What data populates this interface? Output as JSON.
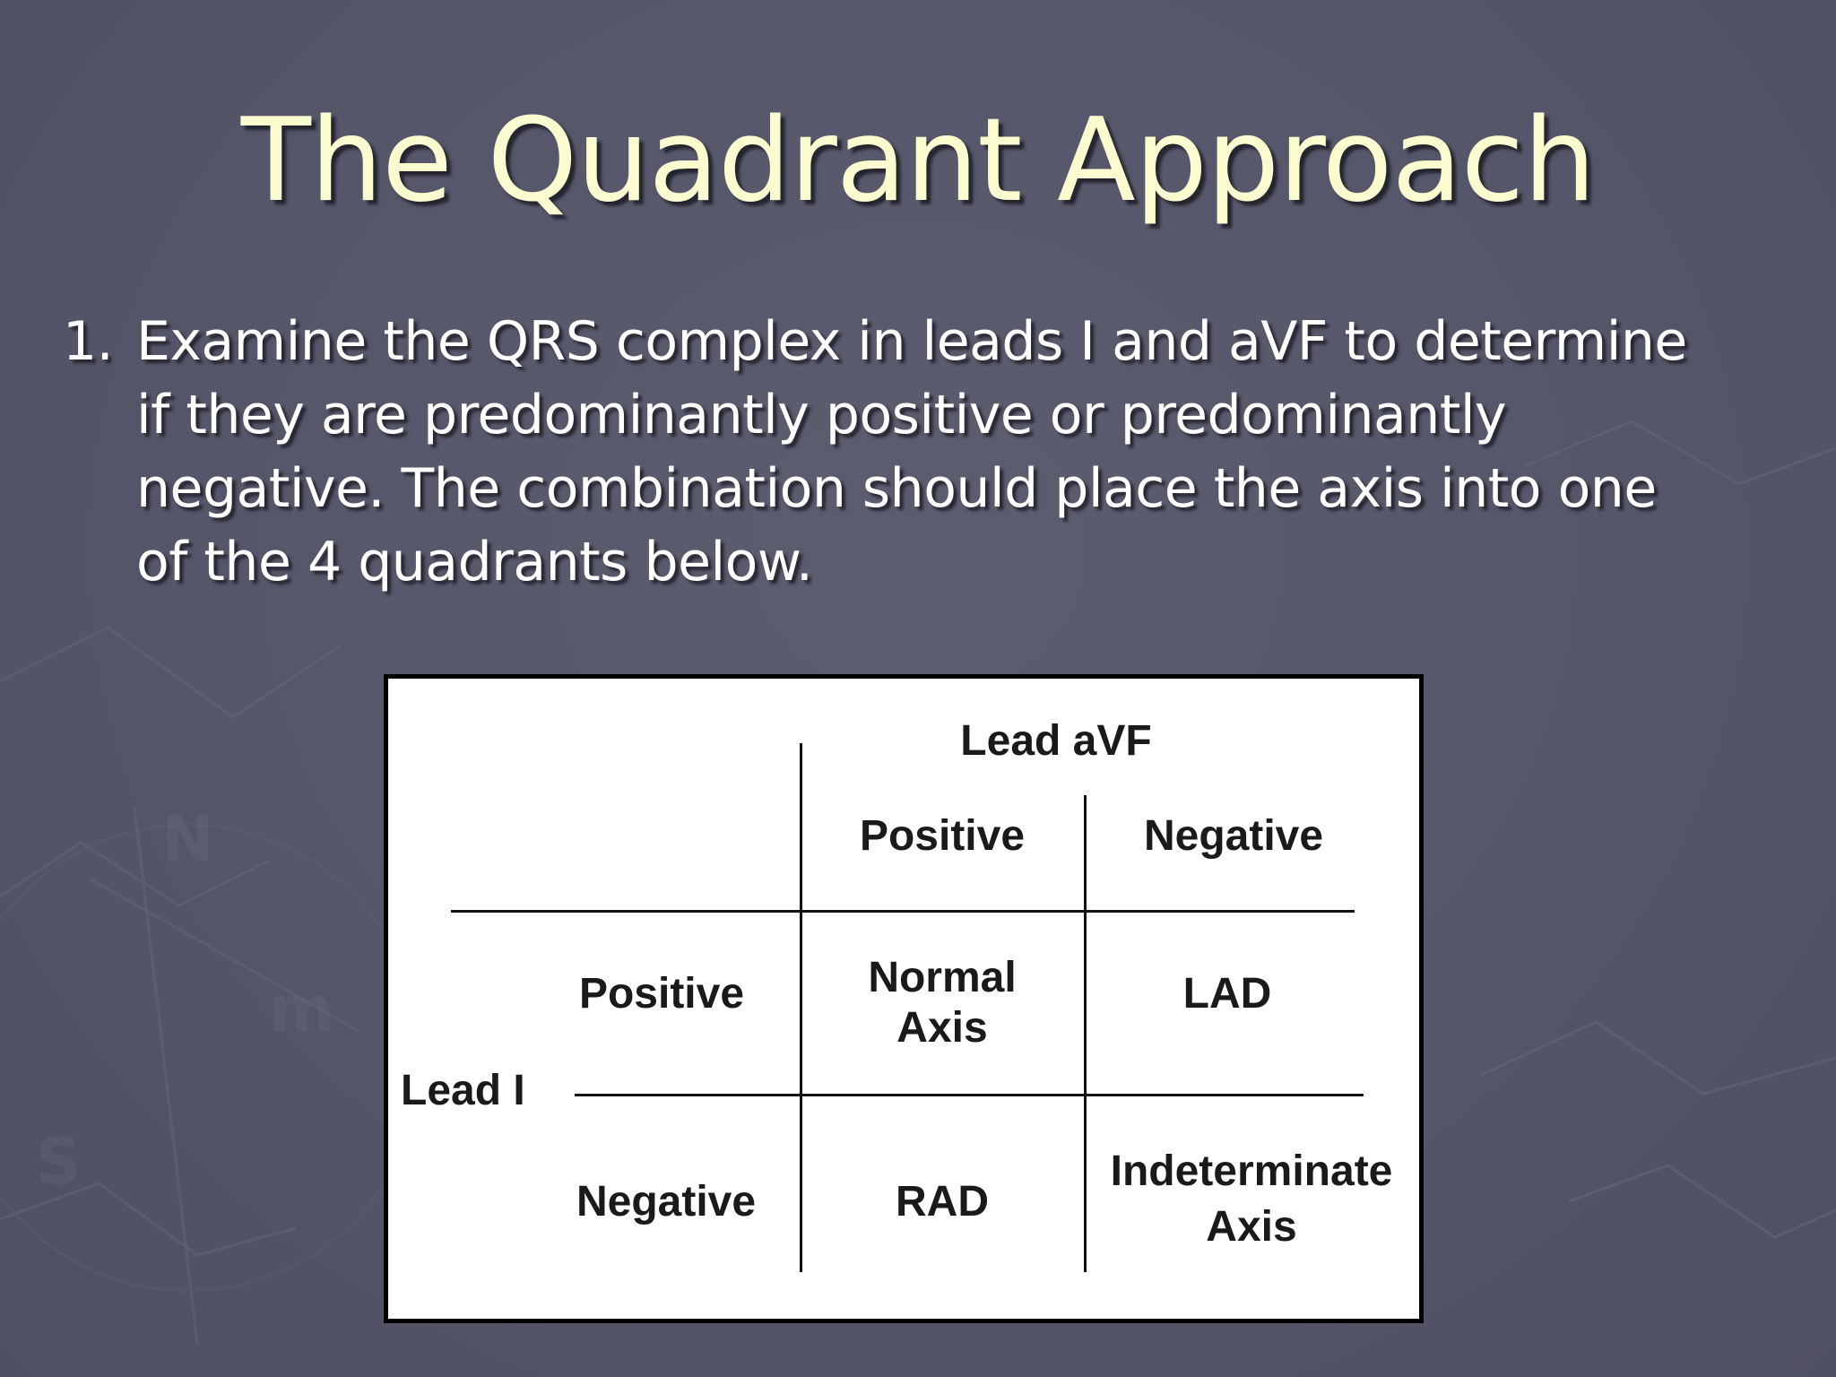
{
  "slide": {
    "title": "The Quadrant Approach",
    "point": {
      "number": "1.",
      "lines": [
        "Examine the QRS complex in leads I and aVF to determine",
        "if they are predominantly positive or predominantly",
        "negative.  The combination should place the axis into one",
        "of the 4 quadrants below."
      ]
    }
  },
  "table": {
    "column_group_label": "Lead aVF",
    "row_group_label": "Lead I",
    "columns": [
      "Positive",
      "Negative"
    ],
    "rows": [
      {
        "label": "Positive",
        "cells": [
          [
            "Normal",
            "Axis"
          ],
          [
            "LAD"
          ]
        ]
      },
      {
        "label": "Negative",
        "cells": [
          [
            "RAD"
          ],
          [
            "Indeterminate",
            "Axis"
          ]
        ]
      }
    ]
  },
  "colors": {
    "background": "#56566a",
    "title": "#fbfbd0",
    "body_text": "#ffffff",
    "table_background": "#ffffff",
    "table_text": "#1a1a1a"
  }
}
